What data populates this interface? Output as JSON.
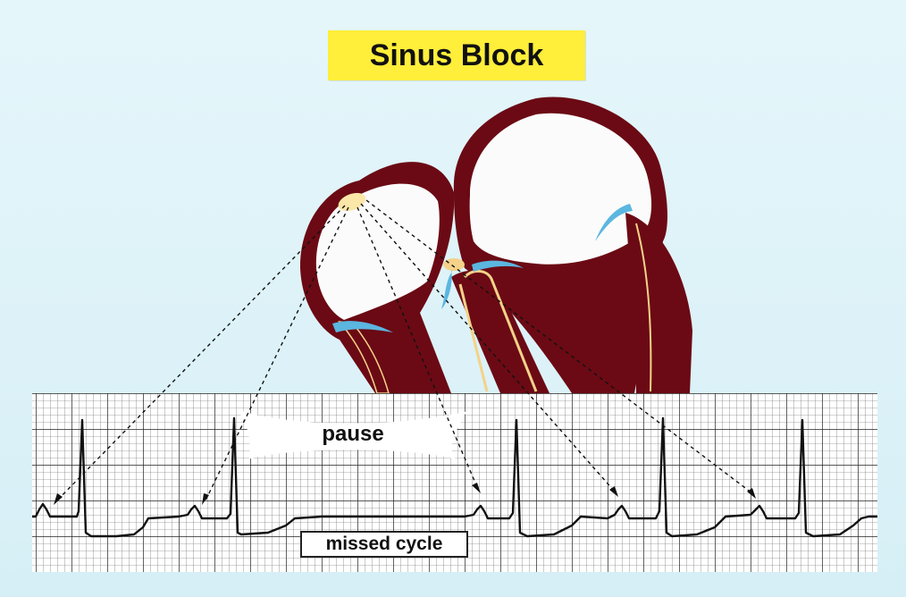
{
  "title": "Sinus Block",
  "labels": {
    "pause": "pause",
    "missed_cycle": "missed cycle"
  },
  "colors": {
    "title_bg": "#ffee3a",
    "myocardium": "#6b0a14",
    "chamber": "#fbfbfb",
    "valve": "#5bb6e0",
    "conduction": "#f4d28a",
    "sa_node": "#fbe7a8",
    "background": "#dff3f8"
  },
  "icons": [
    "heart-diagram",
    "sa-node",
    "ecg-strip"
  ]
}
